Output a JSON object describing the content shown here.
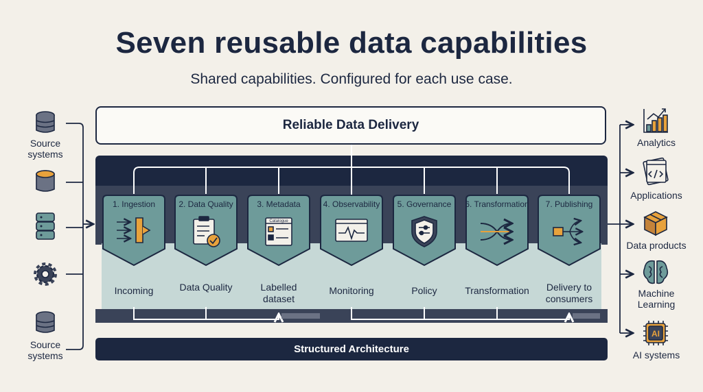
{
  "title": "Seven reusable data capabilities",
  "subtitle": "Shared capabilities. Configured for each use case.",
  "top_box": "Reliable Data Delivery",
  "bottom_bar": "Structured Architecture",
  "sources": [
    {
      "icon": "database-icon",
      "label": "Source systems"
    },
    {
      "icon": "database-accent-icon",
      "label": ""
    },
    {
      "icon": "server-stack-icon",
      "label": ""
    },
    {
      "icon": "gear-icon",
      "label": ""
    },
    {
      "icon": "database-icon",
      "label": "Source systems"
    }
  ],
  "capabilities": [
    {
      "title": "1. Ingestion",
      "label": "Incoming",
      "icon": "ingestion-arrows-icon"
    },
    {
      "title": "2. Data Quality",
      "label": "Data Quality",
      "icon": "clipboard-check-icon"
    },
    {
      "title": "3. Metadata",
      "label": "Labelled dataset",
      "icon": "catalogue-icon",
      "icon_text": "Catalogue"
    },
    {
      "title": "4. Observability",
      "label": "Monitoring",
      "icon": "monitor-pulse-icon"
    },
    {
      "title": "5. Governance",
      "label": "Policy",
      "icon": "shield-icon"
    },
    {
      "title": "6. Transformation",
      "label": "Transformation",
      "icon": "shuffle-arrows-icon"
    },
    {
      "title": "7. Publishing",
      "label": "Delivery to consumers",
      "icon": "publish-branch-icon"
    }
  ],
  "consumers": [
    {
      "label": "Analytics",
      "icon": "bar-chart-icon"
    },
    {
      "label": "Applications",
      "icon": "code-window-icon"
    },
    {
      "label": "Data products",
      "icon": "package-box-icon"
    },
    {
      "label": "Machine Learning",
      "icon": "brain-icon"
    },
    {
      "label": "AI systems",
      "icon": "ai-chip-icon",
      "icon_text": "AI"
    }
  ],
  "colors": {
    "navy": "#1c2740",
    "slate": "#3a4358",
    "teal": "#6e9b9a",
    "light_teal": "#c6d8d6",
    "orange": "#e8a23c",
    "background": "#f3f0e9"
  }
}
